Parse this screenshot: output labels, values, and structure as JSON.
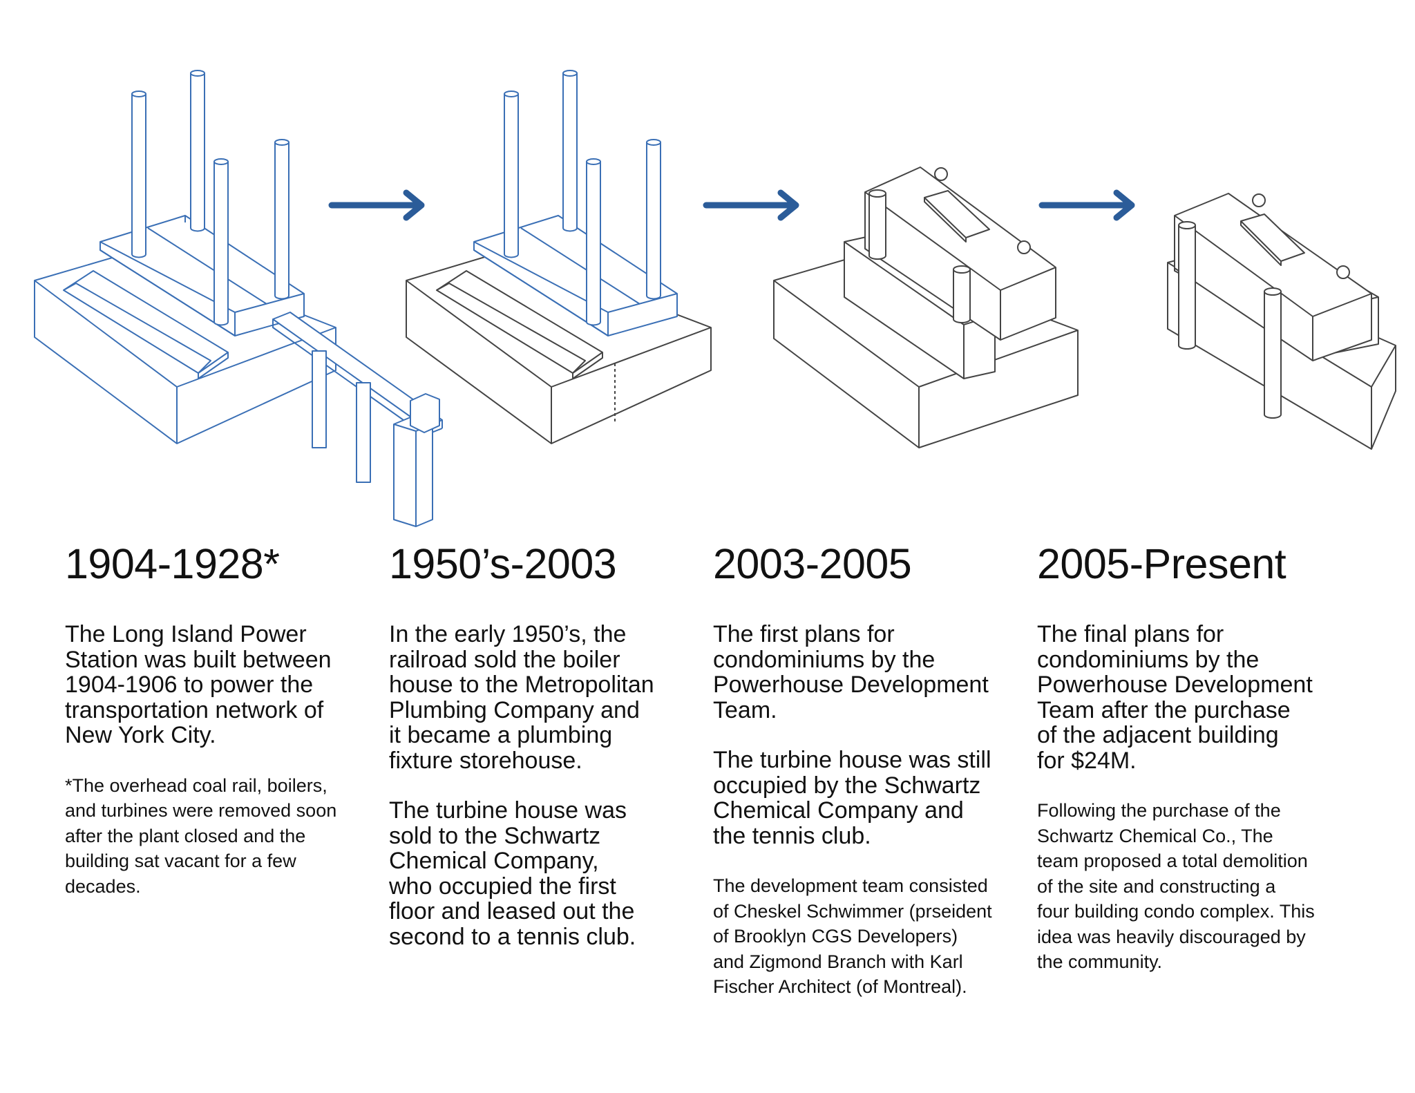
{
  "colors": {
    "accent": "#2b5c99",
    "outline_blue": "#3a6fb5",
    "outline_gray": "#444444",
    "text": "#111111",
    "background": "#ffffff"
  },
  "stages": [
    {
      "era": "1904-1928*",
      "paragraphs": [
        "The Long Island Power\nStation was built between\n1904-1906 to power the\ntransportation network of\nNew York City."
      ],
      "note": "*The overhead coal rail, boilers,\nand turbines were removed soon\nafter the plant closed and the\nbuilding sat vacant for a few\ndecades."
    },
    {
      "era": "1950’s-2003",
      "paragraphs": [
        "In the early 1950’s, the\nrailroad sold the boiler\nhouse to the Metropolitan\nPlumbing Company and\nit became a plumbing\nfixture storehouse.",
        "The turbine house was\nsold to the Schwartz\nChemical Company,\nwho occupied the first\nfloor and leased out the\nsecond to a tennis club."
      ],
      "note": ""
    },
    {
      "era": "2003-2005",
      "paragraphs": [
        "The first plans for\ncondominiums by the\nPowerhouse Development\nTeam.",
        "The turbine house was still\noccupied by the Schwartz\nChemical Company and\nthe tennis club."
      ],
      "note": "The development team consisted\nof Cheskel Schwimmer (prseident\nof Brooklyn CGS Developers)\nand Zigmond Branch with Karl\nFischer Architect (of Montreal)."
    },
    {
      "era": "2005-Present",
      "paragraphs": [
        "The final plans for\ncondominiums by the\nPowerhouse Development\nTeam after the purchase\nof the adjacent building\nfor $24M."
      ],
      "note": "Following the purchase of the\nSchwartz Chemical Co., The\nteam proposed a total demolition\nof the site and constructing a\nfour building condo complex. This\nidea was heavily discouraged by\nthe community."
    }
  ]
}
